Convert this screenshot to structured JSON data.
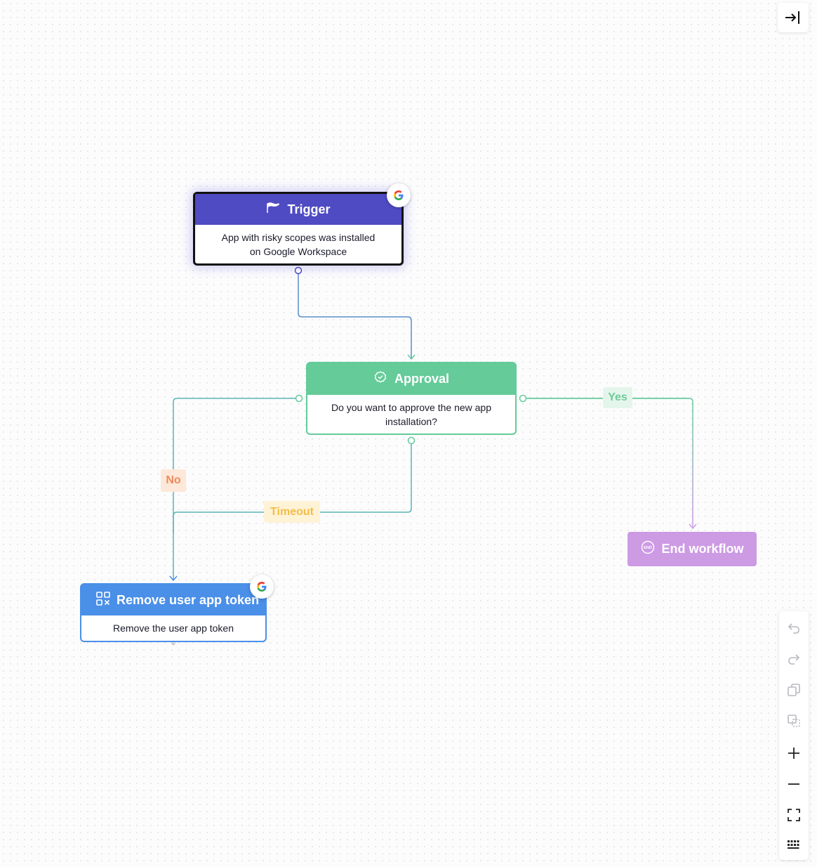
{
  "nodes": {
    "trigger": {
      "title": "Trigger",
      "description_line1": "App with risky scopes was installed",
      "description_line2": "on Google Workspace",
      "integration": "google"
    },
    "approval": {
      "title": "Approval",
      "description_line1": "Do you want to approve the new app",
      "description_line2": "installation?"
    },
    "remove": {
      "title": "Remove user app token",
      "description": "Remove the user app token",
      "integration": "google"
    },
    "end": {
      "title": "End workflow",
      "icon_text": "END"
    }
  },
  "edge_labels": {
    "yes": "Yes",
    "no": "No",
    "timeout": "Timeout"
  },
  "toolbar": {
    "items": [
      "undo-icon",
      "redo-icon",
      "copy-icon",
      "paste-icon",
      "zoom-in-icon",
      "zoom-out-icon",
      "fit-view-icon",
      "keyboard-icon"
    ]
  },
  "colors": {
    "trigger": "#4f4bc3",
    "approval": "#64cb99",
    "remove": "#4a8fe8",
    "end": "#cd9ae4",
    "yes": "#6fcb98",
    "no": "#ee8a5c",
    "timeout": "#f3bd4a"
  }
}
